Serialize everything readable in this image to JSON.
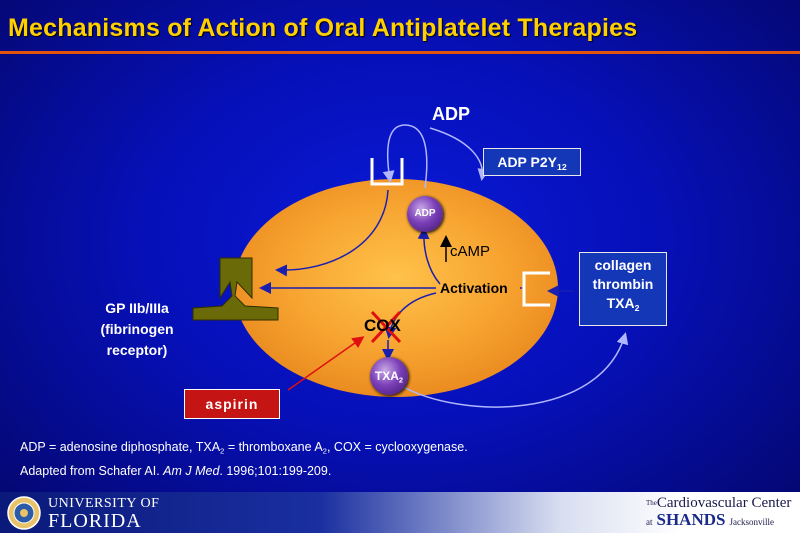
{
  "title": "Mechanisms of Action of Oral Antiplatelet Therapies",
  "diagram": {
    "adp_label": "ADP",
    "receptor_label": "ADP P2Y",
    "receptor_sub": "12",
    "adp_ball": "ADP",
    "camp": "cAMP",
    "activation": "Activation",
    "agonists": [
      "collagen",
      "thrombin",
      "TXA"
    ],
    "agonist_sub": "2",
    "gp_line1": "GP IIb/IIIa",
    "gp_line2": "(fibrinogen",
    "gp_line3": "receptor)",
    "cox": "COX",
    "txa_ball": "TXA",
    "txa_sub": "2",
    "aspirin": "aspirin"
  },
  "footnotes": {
    "line1_a": "ADP = adenosine diphosphate, TXA",
    "line1_sub1": "2",
    "line1_b": " = thromboxane A",
    "line1_sub2": "2",
    "line1_c": ", COX = cyclooxygenase.",
    "line2_a": "Adapted from Schafer AI. ",
    "line2_journal": "Am J Med",
    "line2_b": ". 1996;101:199-209."
  },
  "logos": {
    "uf_line1": "UNIVERSITY OF",
    "uf_line2": "FLORIDA",
    "cv_line1_small": "The",
    "cv_line1": "Cardiovascular Center",
    "cv_at": "at",
    "cv_shands": "SHANDS",
    "cv_city": "Jacksonville"
  },
  "colors": {
    "title": "#ffd000",
    "rule": "#e2540c",
    "cell": "#f5a12e",
    "arrow": "#1a1fb0",
    "aspirin_box": "#c41414"
  }
}
